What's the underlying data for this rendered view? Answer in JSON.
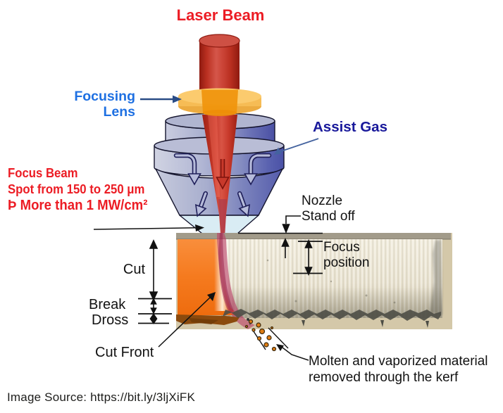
{
  "diagram": {
    "title": "Laser Beam",
    "labels": {
      "focusing_lens": "Focusing\nLens",
      "assist_gas": "Assist Gas",
      "focus_beam_line1": "Focus Beam",
      "focus_beam_line2": "Spot from 150 to 250 μm",
      "focus_beam_line3": "Þ  More than 1 MW/cm²",
      "nozzle_standoff": "Nozzle\nStand off",
      "focus_position": "Focus\nposition",
      "cut": "Cut",
      "break": "Break",
      "dross": "Dross",
      "cut_front": "Cut Front",
      "molten_material": "Molten and vaporized material\nremoved through the kerf"
    },
    "footer": {
      "source": "Image Source: https://bit.ly/3ljXiFK"
    },
    "colors": {
      "label_red": "#EC1C24",
      "label_blue": "#1E70E2",
      "label_navy": "#19199B",
      "beam_red": "#C23829",
      "lens_yellow": "#FBCB6E",
      "lens_orange": "#F0940B",
      "nozzle_blue": "#7E86BE",
      "nozzle_tip_blue": "#D9ECF4",
      "workpiece_orange": "#F5791E",
      "dross_brown": "#8B4A0D",
      "cut_face_cream": "#EFEADB",
      "photo_tan": "#D4C8A9"
    }
  }
}
